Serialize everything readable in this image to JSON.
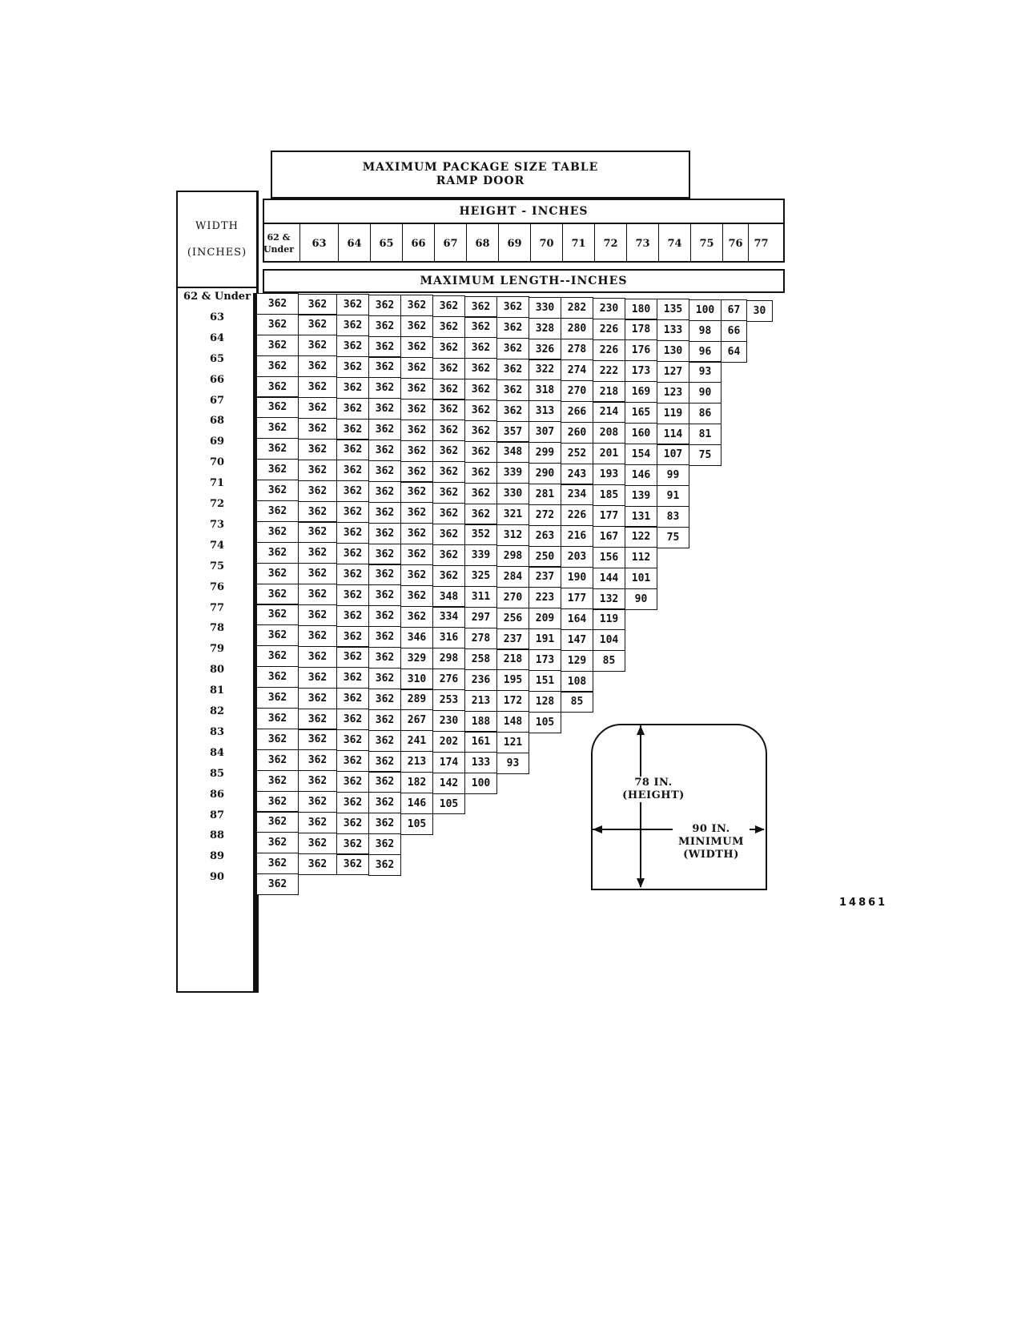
{
  "title": {
    "line1": "MAXIMUM PACKAGE SIZE TABLE",
    "line2": "RAMP DOOR"
  },
  "width_header": {
    "line1": "WIDTH",
    "line2": "(INCHES)"
  },
  "height_header": "HEIGHT - INCHES",
  "length_header": "MAXIMUM LENGTH--INCHES",
  "height_columns": [
    "62 & Under",
    "63",
    "64",
    "65",
    "66",
    "67",
    "68",
    "69",
    "70",
    "71",
    "72",
    "73",
    "74",
    "75",
    "76",
    "77"
  ],
  "rows": [
    {
      "width": "62 & Under",
      "values": [
        "362",
        "362",
        "362",
        "362",
        "362",
        "362",
        "362",
        "362",
        "330",
        "282",
        "230",
        "180",
        "135",
        "100",
        "67",
        "30"
      ]
    },
    {
      "width": "63",
      "values": [
        "362",
        "362",
        "362",
        "362",
        "362",
        "362",
        "362",
        "362",
        "328",
        "280",
        "226",
        "178",
        "133",
        "98",
        "66"
      ]
    },
    {
      "width": "64",
      "values": [
        "362",
        "362",
        "362",
        "362",
        "362",
        "362",
        "362",
        "362",
        "326",
        "278",
        "226",
        "176",
        "130",
        "96",
        "64"
      ]
    },
    {
      "width": "65",
      "values": [
        "362",
        "362",
        "362",
        "362",
        "362",
        "362",
        "362",
        "362",
        "322",
        "274",
        "222",
        "173",
        "127",
        "93"
      ]
    },
    {
      "width": "66",
      "values": [
        "362",
        "362",
        "362",
        "362",
        "362",
        "362",
        "362",
        "362",
        "318",
        "270",
        "218",
        "169",
        "123",
        "90"
      ]
    },
    {
      "width": "67",
      "values": [
        "362",
        "362",
        "362",
        "362",
        "362",
        "362",
        "362",
        "362",
        "313",
        "266",
        "214",
        "165",
        "119",
        "86"
      ]
    },
    {
      "width": "68",
      "values": [
        "362",
        "362",
        "362",
        "362",
        "362",
        "362",
        "362",
        "357",
        "307",
        "260",
        "208",
        "160",
        "114",
        "81"
      ]
    },
    {
      "width": "69",
      "values": [
        "362",
        "362",
        "362",
        "362",
        "362",
        "362",
        "362",
        "348",
        "299",
        "252",
        "201",
        "154",
        "107",
        "75"
      ]
    },
    {
      "width": "70",
      "values": [
        "362",
        "362",
        "362",
        "362",
        "362",
        "362",
        "362",
        "339",
        "290",
        "243",
        "193",
        "146",
        "99"
      ]
    },
    {
      "width": "71",
      "values": [
        "362",
        "362",
        "362",
        "362",
        "362",
        "362",
        "362",
        "330",
        "281",
        "234",
        "185",
        "139",
        "91"
      ]
    },
    {
      "width": "72",
      "values": [
        "362",
        "362",
        "362",
        "362",
        "362",
        "362",
        "362",
        "321",
        "272",
        "226",
        "177",
        "131",
        "83"
      ]
    },
    {
      "width": "73",
      "values": [
        "362",
        "362",
        "362",
        "362",
        "362",
        "362",
        "352",
        "312",
        "263",
        "216",
        "167",
        "122",
        "75"
      ]
    },
    {
      "width": "74",
      "values": [
        "362",
        "362",
        "362",
        "362",
        "362",
        "362",
        "339",
        "298",
        "250",
        "203",
        "156",
        "112"
      ]
    },
    {
      "width": "75",
      "values": [
        "362",
        "362",
        "362",
        "362",
        "362",
        "362",
        "325",
        "284",
        "237",
        "190",
        "144",
        "101"
      ]
    },
    {
      "width": "76",
      "values": [
        "362",
        "362",
        "362",
        "362",
        "362",
        "348",
        "311",
        "270",
        "223",
        "177",
        "132",
        "90"
      ]
    },
    {
      "width": "77",
      "values": [
        "362",
        "362",
        "362",
        "362",
        "362",
        "334",
        "297",
        "256",
        "209",
        "164",
        "119"
      ]
    },
    {
      "width": "78",
      "values": [
        "362",
        "362",
        "362",
        "362",
        "346",
        "316",
        "278",
        "237",
        "191",
        "147",
        "104"
      ]
    },
    {
      "width": "79",
      "values": [
        "362",
        "362",
        "362",
        "362",
        "329",
        "298",
        "258",
        "218",
        "173",
        "129",
        "85"
      ]
    },
    {
      "width": "80",
      "values": [
        "362",
        "362",
        "362",
        "362",
        "310",
        "276",
        "236",
        "195",
        "151",
        "108"
      ]
    },
    {
      "width": "81",
      "values": [
        "362",
        "362",
        "362",
        "362",
        "289",
        "253",
        "213",
        "172",
        "128",
        "85"
      ]
    },
    {
      "width": "82",
      "values": [
        "362",
        "362",
        "362",
        "362",
        "267",
        "230",
        "188",
        "148",
        "105"
      ]
    },
    {
      "width": "83",
      "values": [
        "362",
        "362",
        "362",
        "362",
        "241",
        "202",
        "161",
        "121"
      ]
    },
    {
      "width": "84",
      "values": [
        "362",
        "362",
        "362",
        "362",
        "213",
        "174",
        "133",
        "93"
      ]
    },
    {
      "width": "85",
      "values": [
        "362",
        "362",
        "362",
        "362",
        "182",
        "142",
        "100"
      ]
    },
    {
      "width": "86",
      "values": [
        "362",
        "362",
        "362",
        "362",
        "146",
        "105"
      ]
    },
    {
      "width": "87",
      "values": [
        "362",
        "362",
        "362",
        "362",
        "105"
      ]
    },
    {
      "width": "88",
      "values": [
        "362",
        "362",
        "362",
        "362"
      ]
    },
    {
      "width": "89",
      "values": [
        "362",
        "362",
        "362",
        "362"
      ]
    },
    {
      "width": "90",
      "values": [
        "362"
      ]
    }
  ],
  "door_diagram": {
    "height_label_1": "78 IN.",
    "height_label_2": "(HEIGHT)",
    "width_label_1": "90 IN.",
    "width_label_2": "MINIMUM",
    "width_label_3": "(WIDTH)"
  },
  "figure_number": "14861"
}
